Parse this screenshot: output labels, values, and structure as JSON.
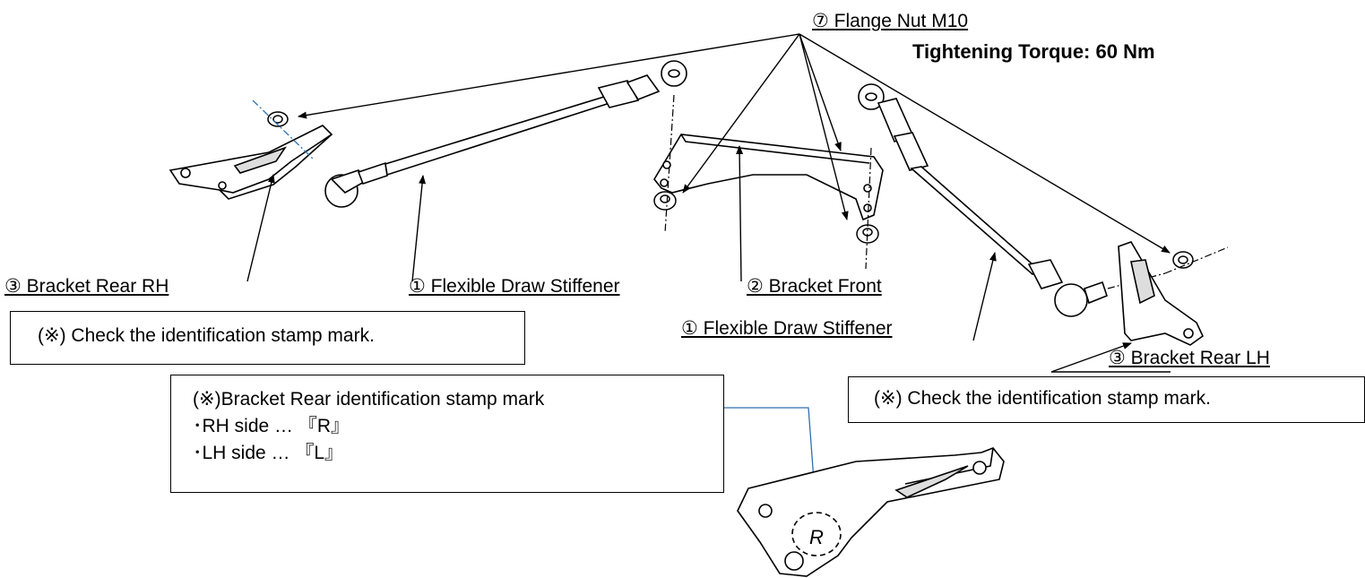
{
  "labels": {
    "flange_nut": "⑦ Flange Nut M10",
    "tightening_torque": "Tightening Torque: 60 Nm",
    "bracket_rear_rh": "③ Bracket Rear RH",
    "flexible_stiffener_1": "① Flexible Draw Stiffener",
    "bracket_front": "② Bracket Front",
    "flexible_stiffener_2": "① Flexible Draw Stiffener",
    "bracket_rear_lh": "③ Bracket Rear LH"
  },
  "notes": {
    "check_stamp_left": "(※) Check the identification stamp mark.",
    "check_stamp_right": "(※) Check the identification stamp mark.",
    "stamp_box_title": "(※)Bracket Rear identification stamp mark",
    "stamp_rh": "･RH side … 『R』",
    "stamp_lh": "･LH side … 『L』"
  },
  "stamp_letter": "R",
  "colors": {
    "line": "#000000",
    "leader": "#2e6fb0"
  }
}
